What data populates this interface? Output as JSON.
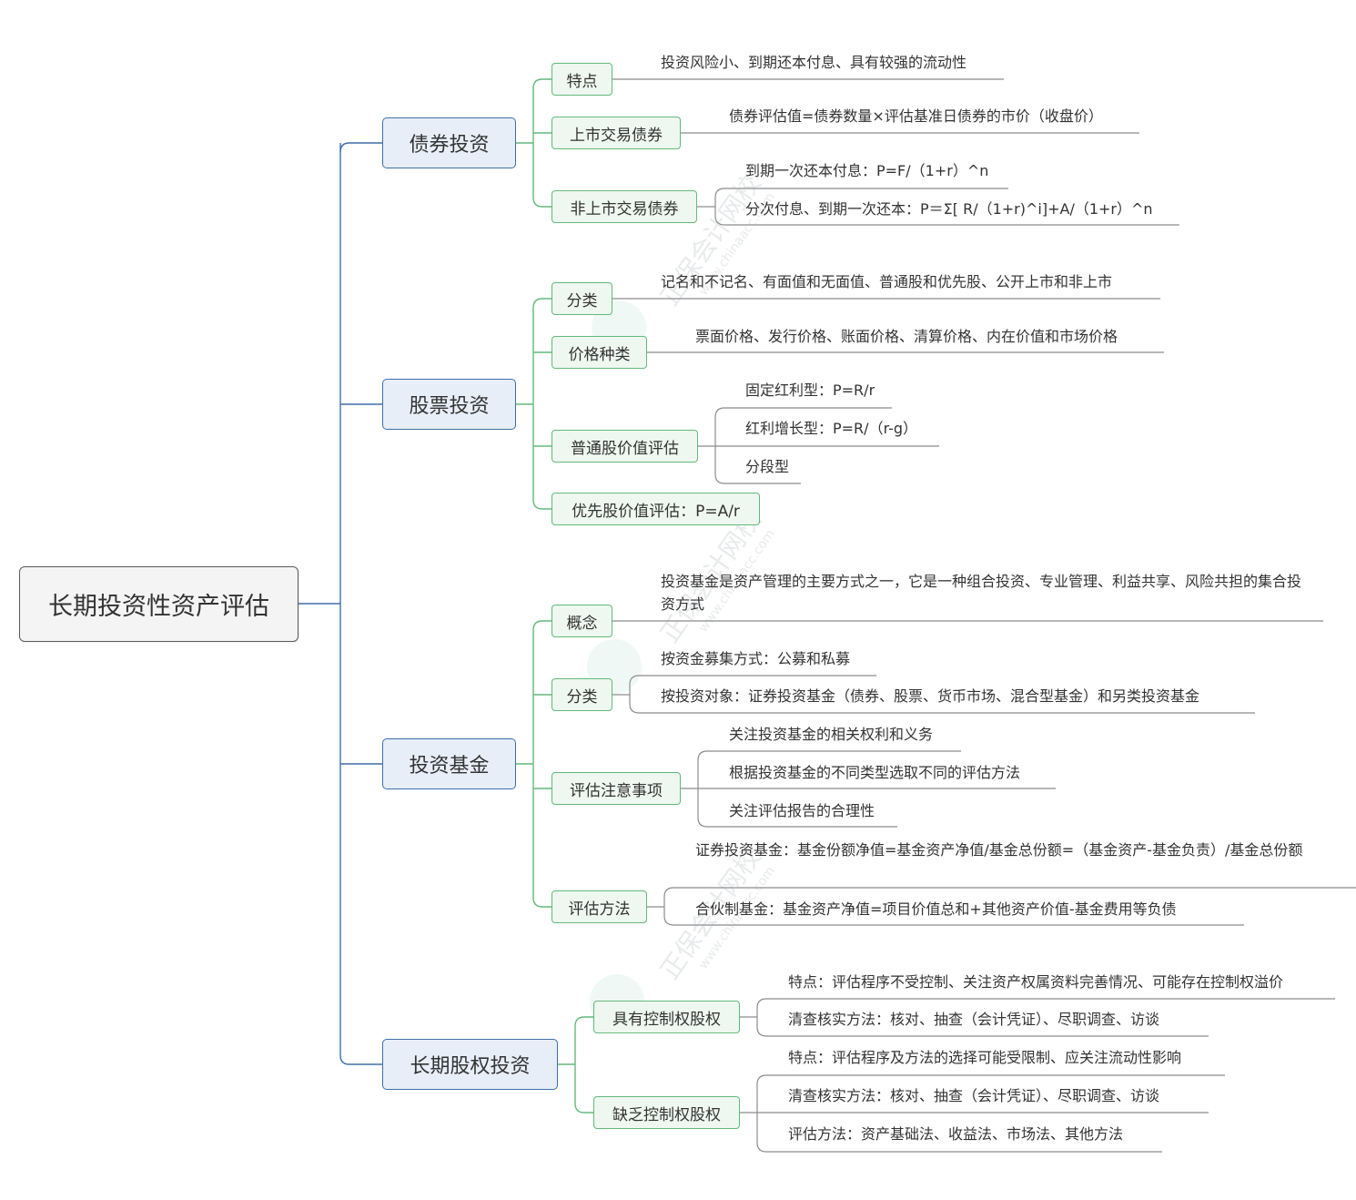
{
  "root": "长期投资性资产评估",
  "branches": {
    "bond": {
      "label": "债券投资",
      "features": {
        "label": "特点",
        "text": "投资风险小、到期还本付息、具有较强的流动性"
      },
      "listed": {
        "label": "上市交易债券",
        "text": "债券评估值=债券数量×评估基准日债券的市价（收盘价）"
      },
      "unlisted": {
        "label": "非上市交易债券",
        "items": [
          "到期一次还本付息：P=F/（1+r）^n",
          "分次付息、到期一次还本：P＝Σ[ R/（1+r)^i]+A/（1+r）^n"
        ]
      }
    },
    "stock": {
      "label": "股票投资",
      "classification": {
        "label": "分类",
        "text": "记名和不记名、有面值和无面值、普通股和优先股、公开上市和非上市"
      },
      "price_types": {
        "label": "价格种类",
        "text": "票面价格、发行价格、账面价格、清算价格、内在价值和市场价格"
      },
      "common": {
        "label": "普通股价值评估",
        "items": [
          "固定红利型：P=R/r",
          "红利增长型：P=R/（r-g）",
          "分段型"
        ]
      },
      "preferred": {
        "label": "优先股价值评估：P=A/r"
      }
    },
    "fund": {
      "label": "投资基金",
      "concept": {
        "label": "概念",
        "text": "投资基金是资产管理的主要方式之一，它是一种组合投资、专业管理、利益共享、风险共担的集合投资方式"
      },
      "classification": {
        "label": "分类",
        "items": [
          "按资金募集方式：公募和私募",
          "按投资对象：证券投资基金（债券、股票、货币市场、混合型基金）和另类投资基金"
        ]
      },
      "notes": {
        "label": "评估注意事项",
        "items": [
          "关注投资基金的相关权利和义务",
          "根据投资基金的不同类型选取不同的评估方法",
          "关注评估报告的合理性"
        ]
      },
      "methods": {
        "label": "评估方法",
        "items": [
          "证券投资基金：基金份额净值=基金资产净值/基金总份额=（基金资产-基金负责）/基金总份额",
          "合伙制基金：基金资产净值=项目价值总和+其他资产价值-基金费用等负债"
        ]
      }
    },
    "equity": {
      "label": "长期股权投资",
      "control": {
        "label": "具有控制权股权",
        "items": [
          "特点：评估程序不受控制、关注资产权属资料完善情况、可能存在控制权溢价",
          "清查核实方法：核对、抽查（会计凭证）、尽职调查、访谈"
        ]
      },
      "no_control": {
        "label": "缺乏控制权股权",
        "items": [
          "特点：评估程序及方法的选择可能受限制、应关注流动性影响",
          "清查核实方法：核对、抽查（会计凭证）、尽职调查、访谈",
          "评估方法：资产基础法、收益法、市场法、其他方法"
        ]
      }
    }
  },
  "watermark": {
    "cn": "正保会计网校",
    "url": "www.chinaacc.com"
  },
  "colors": {
    "l1_border": "#3e6fa8",
    "l1_fill": "#e7eef8",
    "l2_border": "#64b97b",
    "l2_fill": "#eef7f0",
    "root_border": "#5a5a5a",
    "root_fill": "#f4f4f4",
    "leaf_line": "#7f7f7f"
  }
}
